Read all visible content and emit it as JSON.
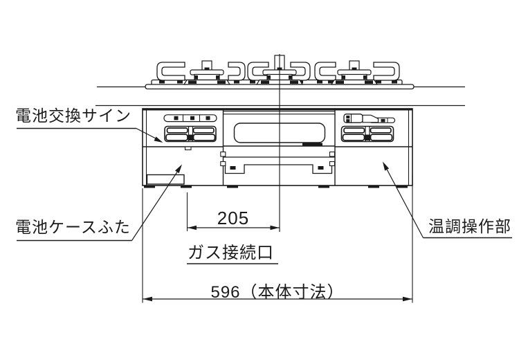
{
  "drawing": {
    "type": "built-in gas cooktop front elevation drawing",
    "callouts": {
      "battery_sign": "電池交換サイン",
      "battery_case_lid": "電池ケースふた",
      "gas_connection": "ガス接続口",
      "temp_control": "温調操作部"
    },
    "dimensions": {
      "gas_port_to_center": "205",
      "body_width": "596（本体寸法）"
    },
    "colors": {
      "line": "#1a1a1a",
      "background": "#ffffff"
    }
  }
}
